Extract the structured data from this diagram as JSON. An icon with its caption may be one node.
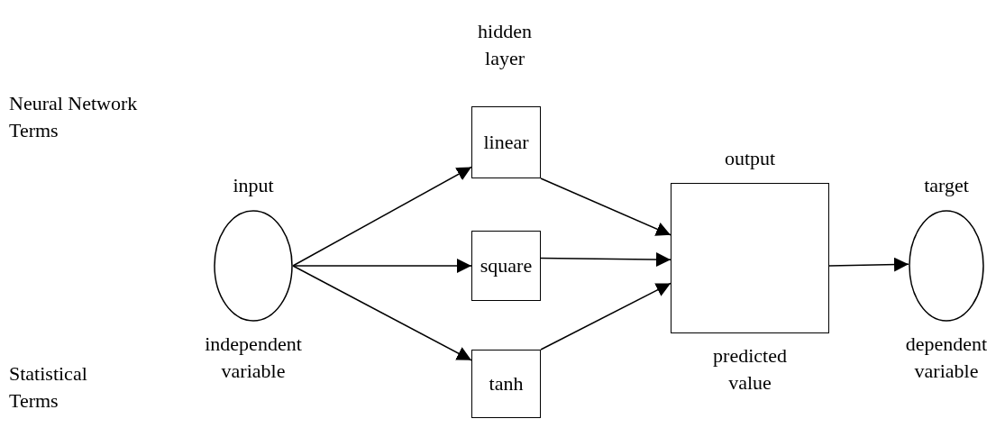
{
  "diagram": {
    "nodes": [
      {
        "text": [],
        "shape": "circle",
        "beside": [
          "input",
          "independent variable"
        ]
      },
      {
        "text": [
          "linear"
        ]
      },
      {
        "text": [
          "square"
        ]
      },
      {
        "text": [
          "tanh"
        ]
      },
      {
        "text": [],
        "shape": "box",
        "beside": [
          "output",
          "predicted value"
        ]
      },
      {
        "text": [],
        "shape": "circle",
        "beside": [
          "target",
          "dependent variable"
        ]
      }
    ],
    "edges": [
      {
        "from": 0,
        "to": 1,
        "arrow": "to"
      },
      {
        "from": 0,
        "to": 2,
        "arrow": "to"
      },
      {
        "from": 0,
        "to": 3,
        "arrow": "to"
      },
      {
        "from": 1,
        "to": 4,
        "arrow": "to"
      },
      {
        "from": 2,
        "to": 4,
        "arrow": "to"
      },
      {
        "from": 3,
        "to": 4,
        "arrow": "to"
      },
      {
        "from": 4,
        "to": 5,
        "arrow": "to"
      }
    ],
    "labels": [
      "hidden layer",
      "Neural Network Terms",
      "Statistical Terms"
    ]
  }
}
